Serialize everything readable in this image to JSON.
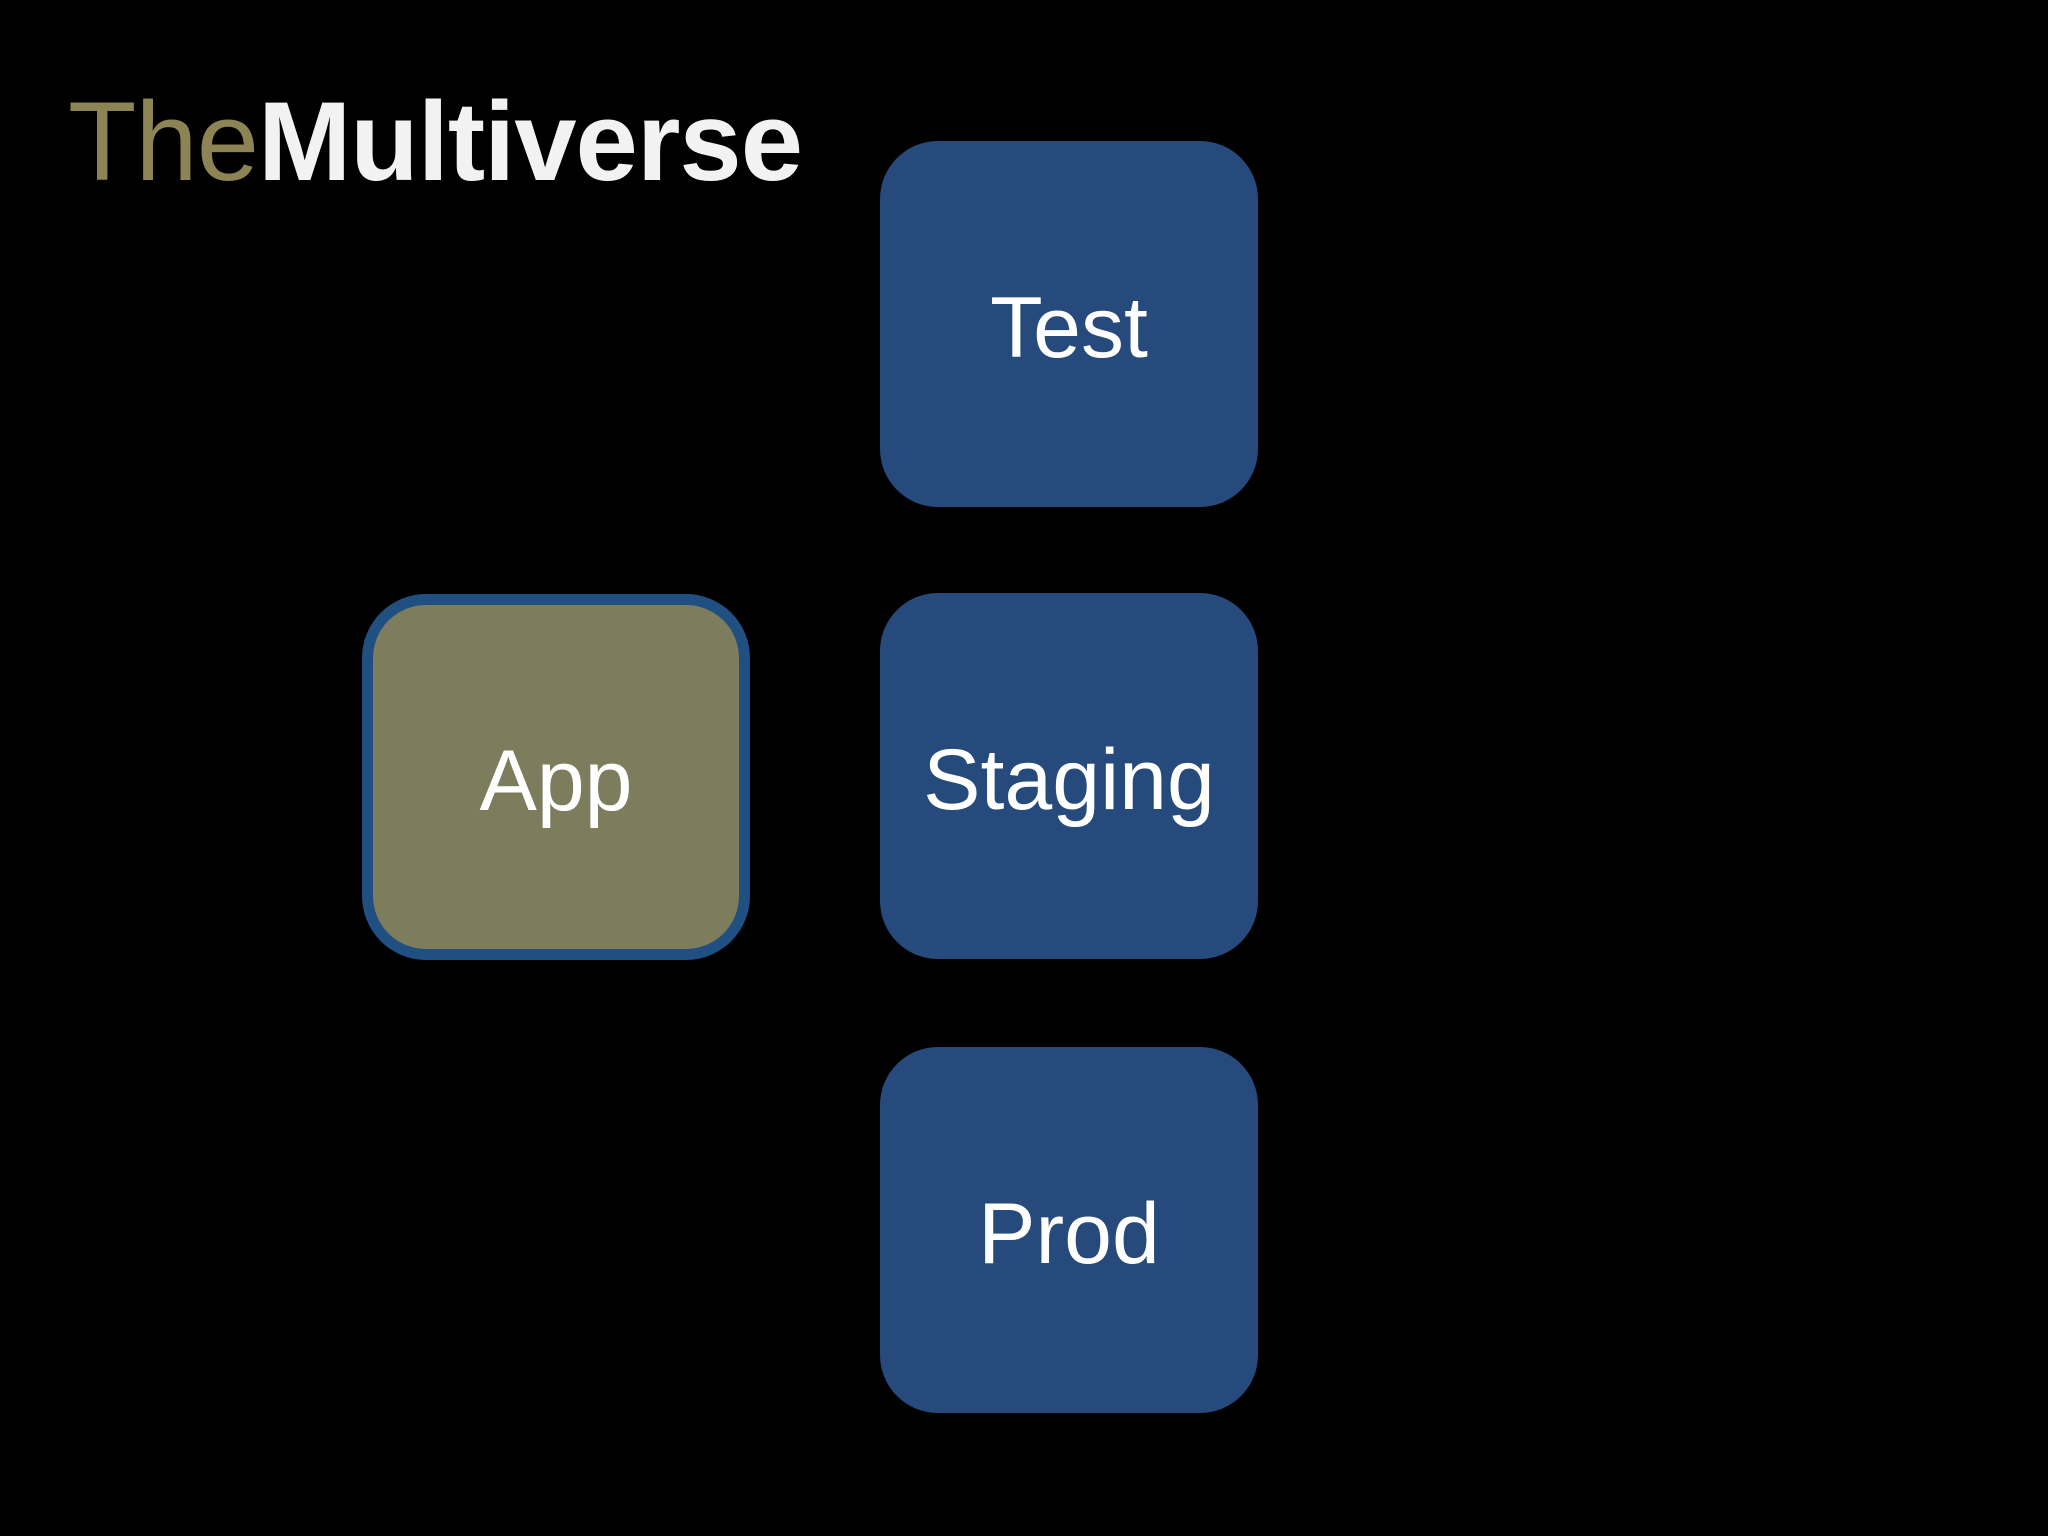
{
  "title": {
    "prefix": "The",
    "emphasis": "Multiverse"
  },
  "nodes": [
    {
      "id": "test",
      "label": "Test"
    },
    {
      "id": "app",
      "label": "App"
    },
    {
      "id": "staging",
      "label": "Staging"
    },
    {
      "id": "prod",
      "label": "Prod"
    }
  ],
  "colors": {
    "background": "#000000",
    "title_prefix": "#8C8454",
    "title_emphasis": "#F2F2F2",
    "blue_node_fill": "#254A7B",
    "app_node_fill": "#7D7C5D",
    "app_node_border": "#1F5081",
    "node_text": "#FFFFFF"
  }
}
